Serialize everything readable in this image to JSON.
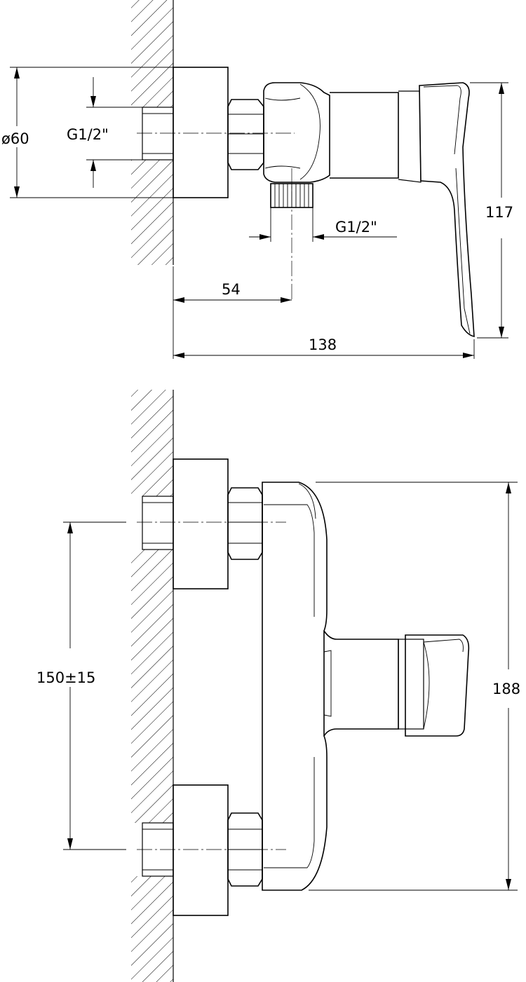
{
  "drawing": {
    "top_view": {
      "wall_connection_dia": "ø60",
      "wall_thread": "G1/2\"",
      "outlet_thread": "G1/2\"",
      "outlet_offset": "54",
      "overall_depth": "138",
      "height": "117"
    },
    "front_view": {
      "inlet_spacing": "150±15",
      "overall_height": "188"
    }
  }
}
